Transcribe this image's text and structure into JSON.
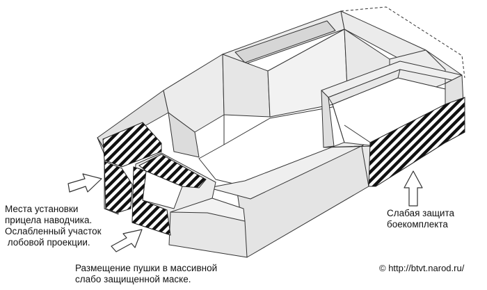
{
  "colors": {
    "background": "#ffffff",
    "face_light": "#f0f0f0",
    "face_mid": "#e2e2e2",
    "face_dark": "#cdcdcd",
    "stroke": "#333333",
    "hatch": "#111111",
    "arrow_fill": "#ffffff"
  },
  "labels": {
    "sight_line1": "Места установки",
    "sight_line2": "прицела наводчика.",
    "sight_line3": "Ослабленный участок",
    "sight_line4": " лобовой проекции.",
    "gun_line1": "Размещение пушки в массивной",
    "gun_line2": "слабо защищенной маске.",
    "ammo_line1": "Слабая защита",
    "ammo_line2": "боекомплекта",
    "credit": "© http://btvt.narod.ru/"
  },
  "icons": {
    "callout_arrow": "hollow-block-arrow-icon"
  }
}
